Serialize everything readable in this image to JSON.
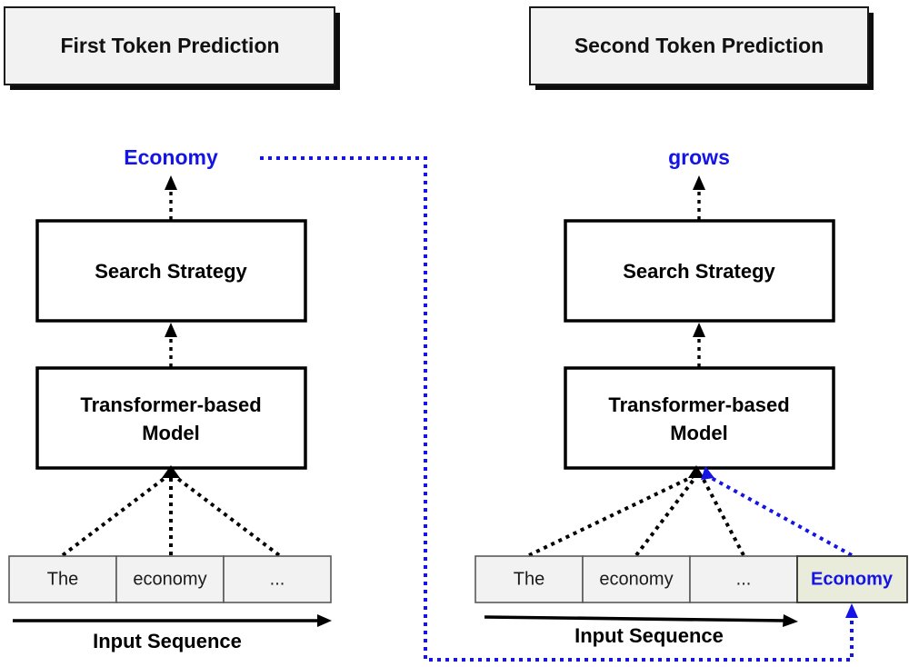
{
  "figure": {
    "title": "Autoregressive token prediction diagram",
    "colors": {
      "accent_blue": "#1414E6",
      "header_fill": "#F2F2F2",
      "token_fill": "#F2F2F2",
      "highlight_fill": "#E9ECDB",
      "line_black": "#000000"
    }
  },
  "panels": [
    {
      "id": "first",
      "header": "First Token Prediction",
      "output_token": "Economy",
      "stages": [
        {
          "label": "Search Strategy"
        },
        {
          "label": "Transformer-based\nModel",
          "line1": "Transformer-based",
          "line2": "Model"
        }
      ],
      "sequence_caption": "Input Sequence",
      "tokens": [
        {
          "text": "The",
          "highlighted": false
        },
        {
          "text": "economy",
          "highlighted": false
        },
        {
          "text": "...",
          "highlighted": false
        }
      ]
    },
    {
      "id": "second",
      "header": "Second Token Prediction",
      "output_token": "grows",
      "stages": [
        {
          "label": "Search Strategy"
        },
        {
          "label": "Transformer-based\nModel",
          "line1": "Transformer-based",
          "line2": "Model"
        }
      ],
      "sequence_caption": "Input Sequence",
      "tokens": [
        {
          "text": "The",
          "highlighted": false
        },
        {
          "text": "economy",
          "highlighted": false
        },
        {
          "text": "...",
          "highlighted": false
        },
        {
          "text": "Economy",
          "highlighted": true
        }
      ]
    }
  ],
  "feedback": {
    "description": "First predicted token Economy is appended to the input sequence of the second prediction step"
  }
}
